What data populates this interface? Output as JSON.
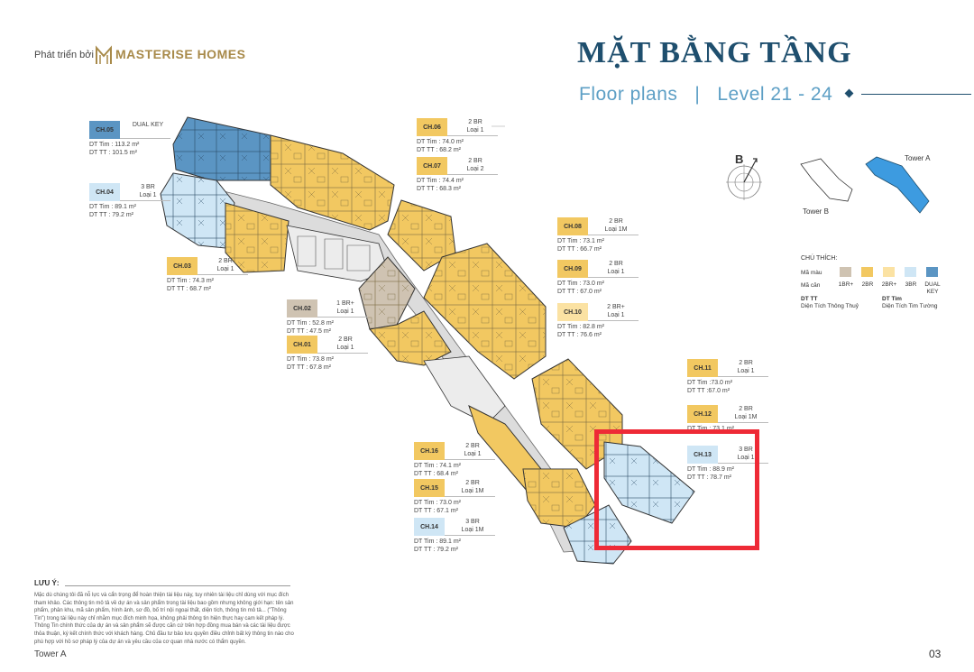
{
  "header": {
    "developer_prefix": "Phát triển bởi",
    "developer_name": "MASTERISE HOMES",
    "title": "MẶT BẰNG TẦNG",
    "subtitle": "Floor plans   |   Level 21 - 24"
  },
  "colors": {
    "1br_plus": "#cfc3b2",
    "2br": "#f2c861",
    "2br_plus": "#fbe2a3",
    "3br": "#cfe6f5",
    "dual_key": "#5b95c3",
    "corridor": "#dcdcdc",
    "title": "#1f4f6e",
    "accent_blue": "#5d9fc5",
    "highlight": "#ee2a36"
  },
  "orientation": {
    "compass_label": "B",
    "tower_a_label": "Tower A",
    "tower_b_label": "Tower B"
  },
  "legend": {
    "title": "CHÚ THÍCH:",
    "color_row_label": "Mã màu",
    "unit_row_label": "Mã căn",
    "items": [
      "1BR+",
      "2BR",
      "2BR+",
      "3BR",
      "DUAL KEY"
    ],
    "def1_abbr": "DT TT",
    "def1_text": "Diện Tích Thông Thuỷ",
    "def2_abbr": "DT Tim",
    "def2_text": "Diện Tích Tim Tường"
  },
  "units": [
    {
      "code": "CH.05",
      "type": "DUAL KEY",
      "class": "",
      "tim": "DT Tim   : 113.2 m²",
      "tt": "DT TT    : 101.5 m²"
    },
    {
      "code": "CH.04",
      "type": "3 BR",
      "class": "Loại 1",
      "tim": "DT Tim   : 89.1 m²",
      "tt": "DT TT    : 79.2 m²"
    },
    {
      "code": "CH.06",
      "type": "2 BR",
      "class": "Loại 1",
      "tim": "DT Tim   : 74.0 m²",
      "tt": "DT TT    : 68.2 m²"
    },
    {
      "code": "CH.07",
      "type": "2 BR",
      "class": "Loại 2",
      "tim": "DT Tim   : 74.4 m²",
      "tt": "DT TT    : 68.3 m²"
    },
    {
      "code": "CH.03",
      "type": "2 BR",
      "class": "Loại 1",
      "tim": "DT Tim   : 74.3 m²",
      "tt": "DT TT    : 68.7 m²"
    },
    {
      "code": "CH.08",
      "type": "2 BR",
      "class": "Loại 1M",
      "tim": "DT Tim   : 73.1 m²",
      "tt": "DT TT    : 66.7 m²"
    },
    {
      "code": "CH.09",
      "type": "2 BR",
      "class": "Loại 1",
      "tim": "DT Tim   : 73.0 m²",
      "tt": "DT TT    : 67.0 m²"
    },
    {
      "code": "CH.02",
      "type": "1 BR+",
      "class": "Loại 1",
      "tim": "DT Tim   : 52.8 m²",
      "tt": "DT TT    : 47.5 m²"
    },
    {
      "code": "CH.10",
      "type": "2 BR+",
      "class": "Loại 1",
      "tim": "DT Tim   : 82.8 m²",
      "tt": "DT TT    : 76.6 m²"
    },
    {
      "code": "CH.01",
      "type": "2 BR",
      "class": "Loại 1",
      "tim": "DT Tim   : 73.8 m²",
      "tt": "DT TT    : 67.8 m²"
    },
    {
      "code": "CH.11",
      "type": "2 BR",
      "class": "Loại 1",
      "tim": "DT Tim :73.0 m²",
      "tt": "DT TT    :67.0 m²"
    },
    {
      "code": "CH.12",
      "type": "2 BR",
      "class": "Loại 1M",
      "tim": "DT Tim   : 73.1 m²",
      "tt": ""
    },
    {
      "code": "CH.16",
      "type": "2 BR",
      "class": "Loại 1",
      "tim": "DT Tim   : 74.1 m²",
      "tt": "DT TT    : 68.4 m²"
    },
    {
      "code": "CH.13",
      "type": "3 BR",
      "class": "Loại 1",
      "tim": "DT Tim   : 88.9 m²",
      "tt": "DT TT    : 78.7 m²"
    },
    {
      "code": "CH.15",
      "type": "2 BR",
      "class": "Loại 1M",
      "tim": "DT Tim   : 73.0 m²",
      "tt": "DT TT    : 67.1 m²"
    },
    {
      "code": "CH.14",
      "type": "3 BR",
      "class": "Loại 1M",
      "tim": "DT Tim   : 89.1 m²",
      "tt": "DT TT    : 79.2 m²"
    }
  ],
  "note": {
    "title": "LƯU Ý:",
    "body": "Mặc dù chúng tôi đã nỗ lực và cẩn trọng để hoàn thiện tài liệu này, tuy nhiên tài liệu chỉ dùng với mục đích tham khảo. Các thông tin mô tả về dự án và sản phẩm trong tài liệu bao gồm nhưng không giới hạn: tên sản phẩm, phân khu, mã sản phẩm, hình ảnh, sơ đồ, bố trí nội ngoại thất, diện tích, thông tin mô tả... (\"Thông Tin\") trong tài liệu này chỉ nhằm mục đích minh họa, không phải thông tin hiện thực hay cam kết pháp lý. Thông Tin chính thức của dự án và sản phẩm sẽ được căn cứ trên hợp đồng mua bán và các tài liệu được thỏa thuận, ký kết chính thức với khách hàng. Chủ đầu tư bảo lưu quyền điều chỉnh bất kỳ thông tin nào cho phù hợp với hồ sơ pháp lý của dự án và yêu cầu của cơ quan nhà nước có thẩm quyền."
  },
  "footer": {
    "tower": "Tower A",
    "page_mark": "03"
  }
}
